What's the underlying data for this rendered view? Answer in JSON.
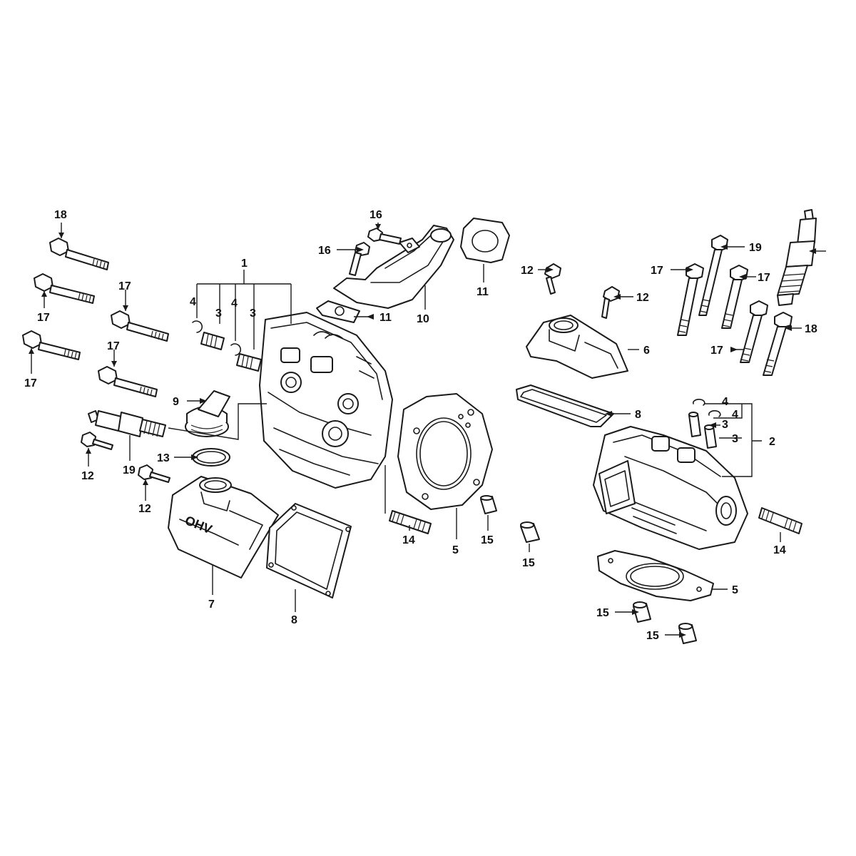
{
  "callouts": [
    {
      "id": "c1",
      "text": "1"
    },
    {
      "id": "c2",
      "text": "2"
    },
    {
      "id": "c3a",
      "text": "3"
    },
    {
      "id": "c3b",
      "text": "3"
    },
    {
      "id": "c3c",
      "text": "3"
    },
    {
      "id": "c3d",
      "text": "3"
    },
    {
      "id": "c4a",
      "text": "4"
    },
    {
      "id": "c4b",
      "text": "4"
    },
    {
      "id": "c4c",
      "text": "4"
    },
    {
      "id": "c4d",
      "text": "4"
    },
    {
      "id": "c5a",
      "text": "5"
    },
    {
      "id": "c5b",
      "text": "5"
    },
    {
      "id": "c6",
      "text": "6"
    },
    {
      "id": "c7",
      "text": "7"
    },
    {
      "id": "c8a",
      "text": "8"
    },
    {
      "id": "c8b",
      "text": "8"
    },
    {
      "id": "c9",
      "text": "9"
    },
    {
      "id": "c10",
      "text": "10"
    },
    {
      "id": "c11a",
      "text": "11"
    },
    {
      "id": "c11b",
      "text": "11"
    },
    {
      "id": "c12a",
      "text": "12"
    },
    {
      "id": "c12b",
      "text": "12"
    },
    {
      "id": "c12c",
      "text": "12"
    },
    {
      "id": "c12d",
      "text": "12"
    },
    {
      "id": "c13",
      "text": "13"
    },
    {
      "id": "c14a",
      "text": "14"
    },
    {
      "id": "c14b",
      "text": "14"
    },
    {
      "id": "c15a",
      "text": "15"
    },
    {
      "id": "c15b",
      "text": "15"
    },
    {
      "id": "c15c",
      "text": "15"
    },
    {
      "id": "c15d",
      "text": "15"
    },
    {
      "id": "c16a",
      "text": "16"
    },
    {
      "id": "c16b",
      "text": "16"
    },
    {
      "id": "c17a",
      "text": "17"
    },
    {
      "id": "c17b",
      "text": "17"
    },
    {
      "id": "c17c",
      "text": "17"
    },
    {
      "id": "c17d",
      "text": "17"
    },
    {
      "id": "c17e",
      "text": "17"
    },
    {
      "id": "c17f",
      "text": "17"
    },
    {
      "id": "c17g",
      "text": "17"
    },
    {
      "id": "c18a",
      "text": "18"
    },
    {
      "id": "c18b",
      "text": "18"
    },
    {
      "id": "c19a",
      "text": "19"
    },
    {
      "id": "c19b",
      "text": "19"
    }
  ],
  "cover_embossing": "OHV"
}
